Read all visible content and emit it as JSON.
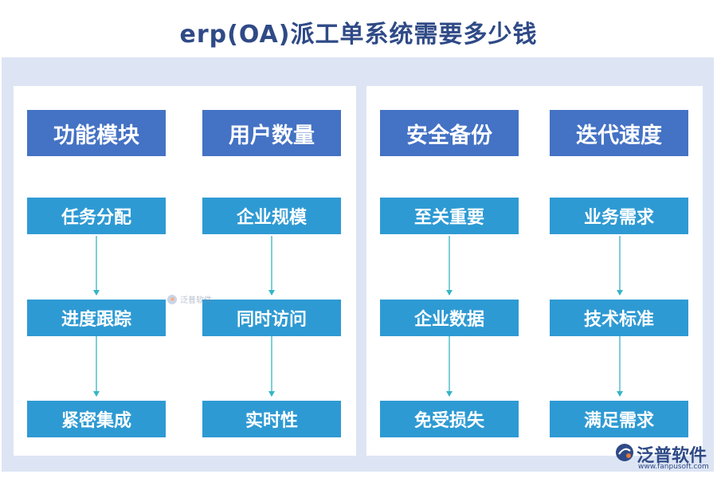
{
  "title": "erp(OA)派工单系统需要多少钱",
  "columns": [
    {
      "header": "功能模块",
      "items": [
        "任务分配",
        "进度跟踪",
        "紧密集成"
      ]
    },
    {
      "header": "用户数量",
      "items": [
        "企业规模",
        "同时访问",
        "实时性"
      ]
    },
    {
      "header": "安全备份",
      "items": [
        "至关重要",
        "企业数据",
        "免受损失"
      ]
    },
    {
      "header": "迭代速度",
      "items": [
        "业务需求",
        "技术标准",
        "满足需求"
      ]
    }
  ],
  "watermark": "泛普软件",
  "brand": {
    "name": "泛普软件",
    "url": "www.fanpusoft.com"
  },
  "colors": {
    "header": "#4472c4",
    "box": "#2e9ad3",
    "frame": "#dde5f4",
    "title": "#2f4a86",
    "arrow": "#35b5c4"
  }
}
